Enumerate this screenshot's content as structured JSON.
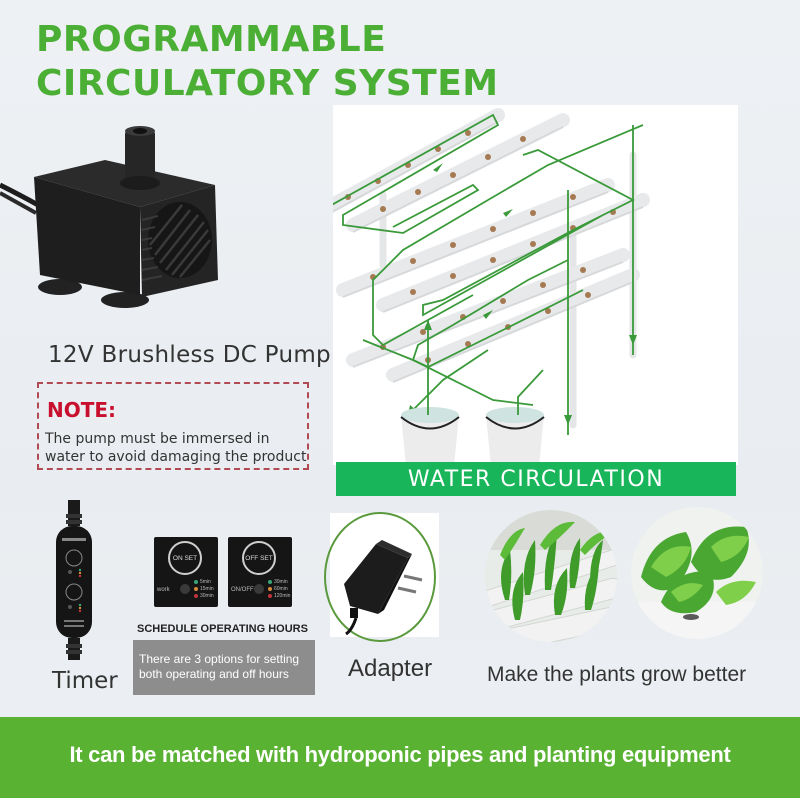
{
  "header": {
    "title_line1": "PROGRAMMABLE",
    "title_line2": "CIRCULATORY SYSTEM",
    "title_color": "#4caf35"
  },
  "pump": {
    "icon": "water-pump-icon",
    "caption": "12V Brushless DC Pump"
  },
  "note": {
    "title": "NOTE:",
    "text": "The pump must be immersed in water to avoid damaging the product",
    "title_color": "#c8102e",
    "border_color": "#b24a54"
  },
  "timer": {
    "icon": "timer-controller-icon",
    "caption": "Timer"
  },
  "schedule": {
    "on_panel": {
      "button_label": "ON SET",
      "indicator_label": "work",
      "options": [
        {
          "label": "5min",
          "color": "#3aa57a"
        },
        {
          "label": "15min",
          "color": "#d98a3a"
        },
        {
          "label": "30min",
          "color": "#c2343a"
        }
      ]
    },
    "off_panel": {
      "button_label": "OFF SET",
      "indicator_label": "ON/OFF",
      "options": [
        {
          "label": "30min",
          "color": "#3aa57a"
        },
        {
          "label": "60min",
          "color": "#d98a3a"
        },
        {
          "label": "120min",
          "color": "#c2343a"
        }
      ]
    },
    "title": "SCHEDULE OPERATING HOURS",
    "description": "There are 3 options for setting both operating and off hours"
  },
  "diagram": {
    "icon": "hydroponic-rack-diagram",
    "banner_label": "WATER CIRCULATION",
    "banner_color": "#19b55a",
    "flow_color": "#3a9a3a"
  },
  "adapter": {
    "icon": "power-adapter-icon",
    "caption": "Adapter"
  },
  "plants": {
    "images": [
      "seedlings-in-pipes-photo",
      "lettuce-in-pipes-photo"
    ],
    "caption": "Make the plants grow better"
  },
  "footer": {
    "text": "It can be matched with hydroponic pipes and planting equipment",
    "background": "#5ab233"
  }
}
